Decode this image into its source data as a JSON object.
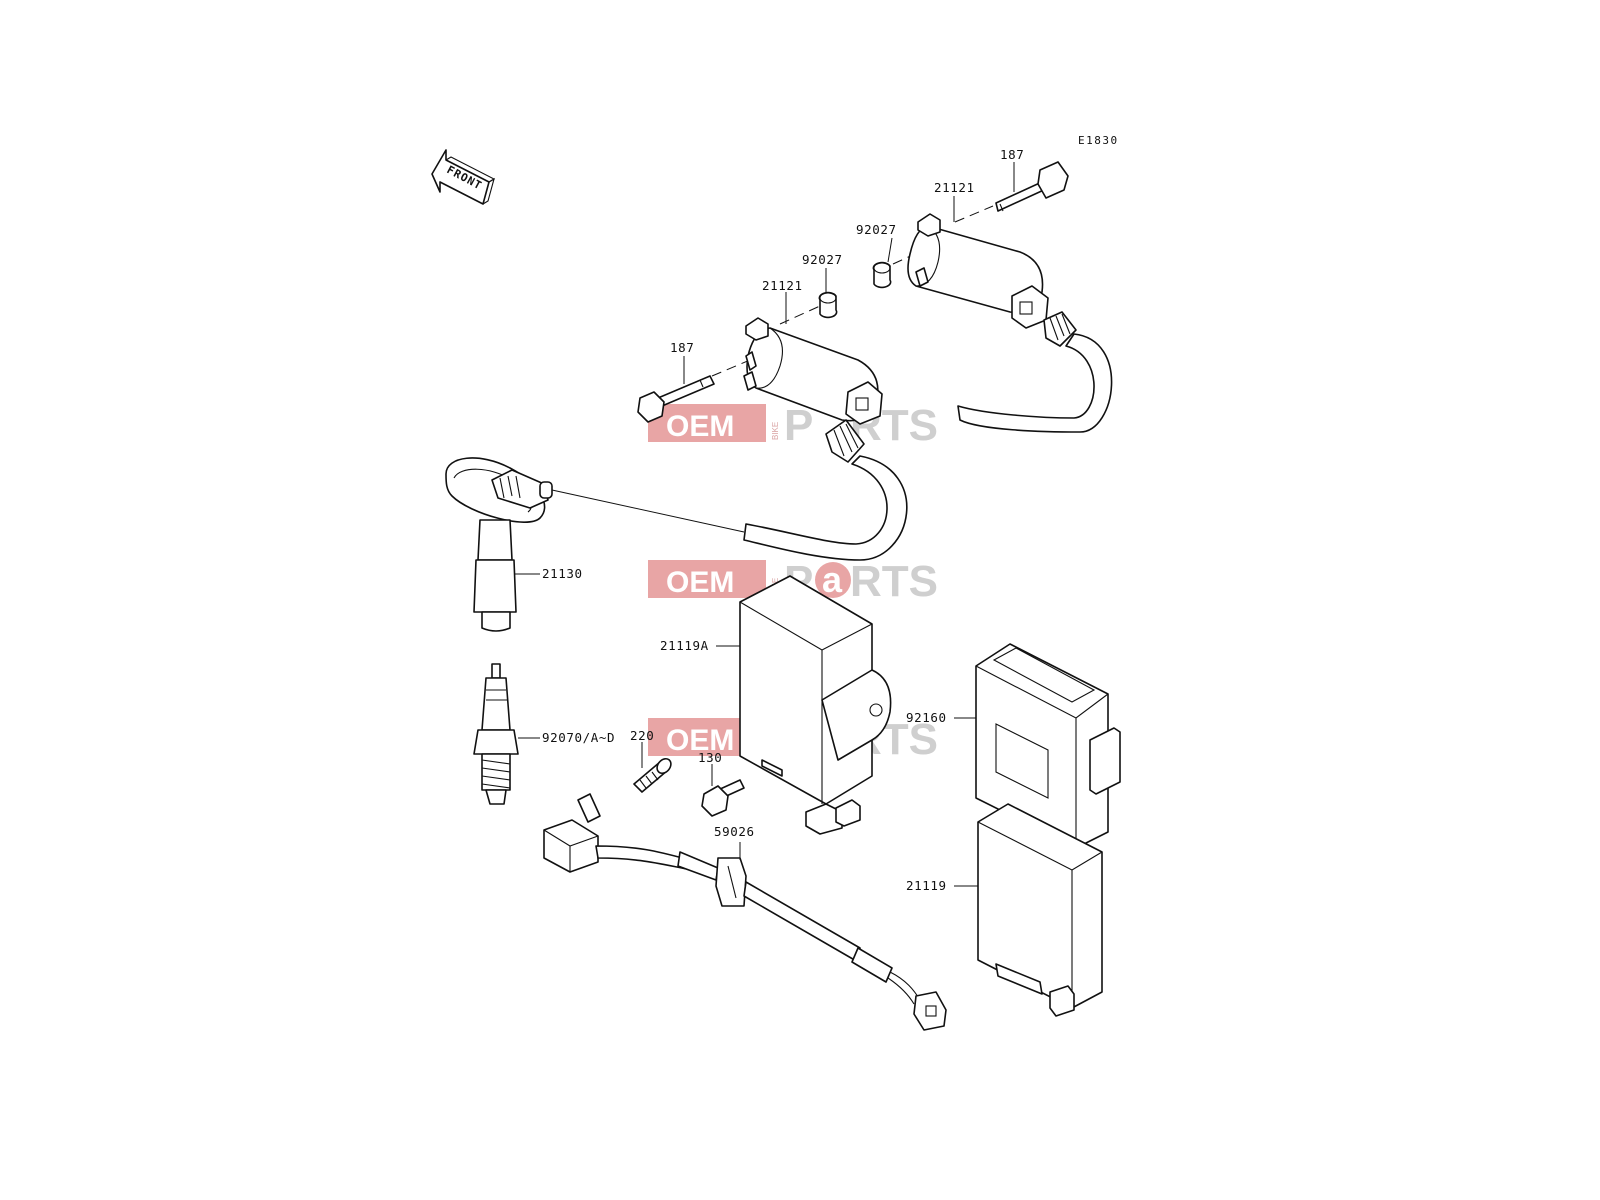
{
  "diagram": {
    "ref_code": "E1830",
    "front_arrow_label": "FRONT",
    "watermark": {
      "oem": "OEM",
      "bike": "BIKE",
      "parts_p": "P",
      "parts_a": "a",
      "parts_rts": "RTS"
    },
    "labels": {
      "bolt_187_right": "187",
      "coil_21121_right": "21121",
      "spacer_92027_right": "92027",
      "spacer_92027_left": "92027",
      "coil_21121_left": "21121",
      "bolt_187_left": "187",
      "stick_coil_21130": "21130",
      "igniter_21119A": "21119A",
      "spark_plug_92070": "92070/A~D",
      "screw_220": "220",
      "bolt_130": "130",
      "clamp_59026": "59026",
      "case_92160": "92160",
      "igniter_21119": "21119"
    }
  }
}
